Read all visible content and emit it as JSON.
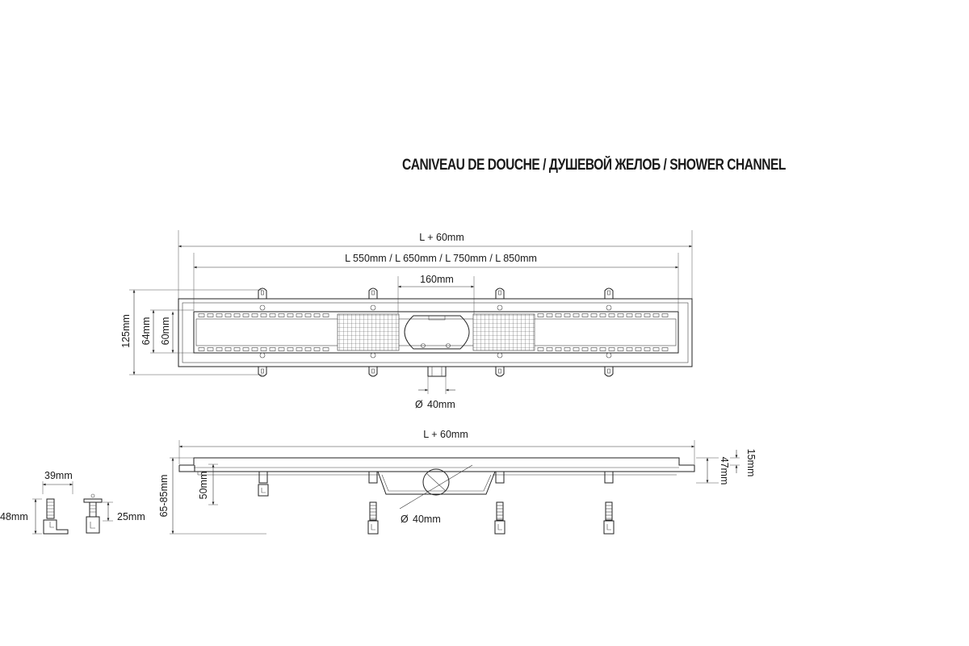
{
  "title": "CANIVEAU DE DOUCHE / ДУШЕВОЙ ЖЕЛОБ / SHOWER CHANNEL",
  "top_view": {
    "overall_length": "L + 60mm",
    "lengths": "L 550mm / L 650mm / L 750mm / L 850mm",
    "center_width": "160mm",
    "height_outer": "125mm",
    "height_inner": "64mm",
    "height_grate": "60mm",
    "outlet": "40mm"
  },
  "side_view": {
    "overall_length": "L + 60mm",
    "height_total": "65-85mm",
    "height_body": "50mm",
    "height_flange": "15mm",
    "height_side": "47mm",
    "outlet": "40mm"
  },
  "foot_details": {
    "width": "39mm",
    "height_a": "48mm",
    "height_b": "25mm"
  },
  "colors": {
    "line": "#222222",
    "text": "#1a1a1a"
  }
}
